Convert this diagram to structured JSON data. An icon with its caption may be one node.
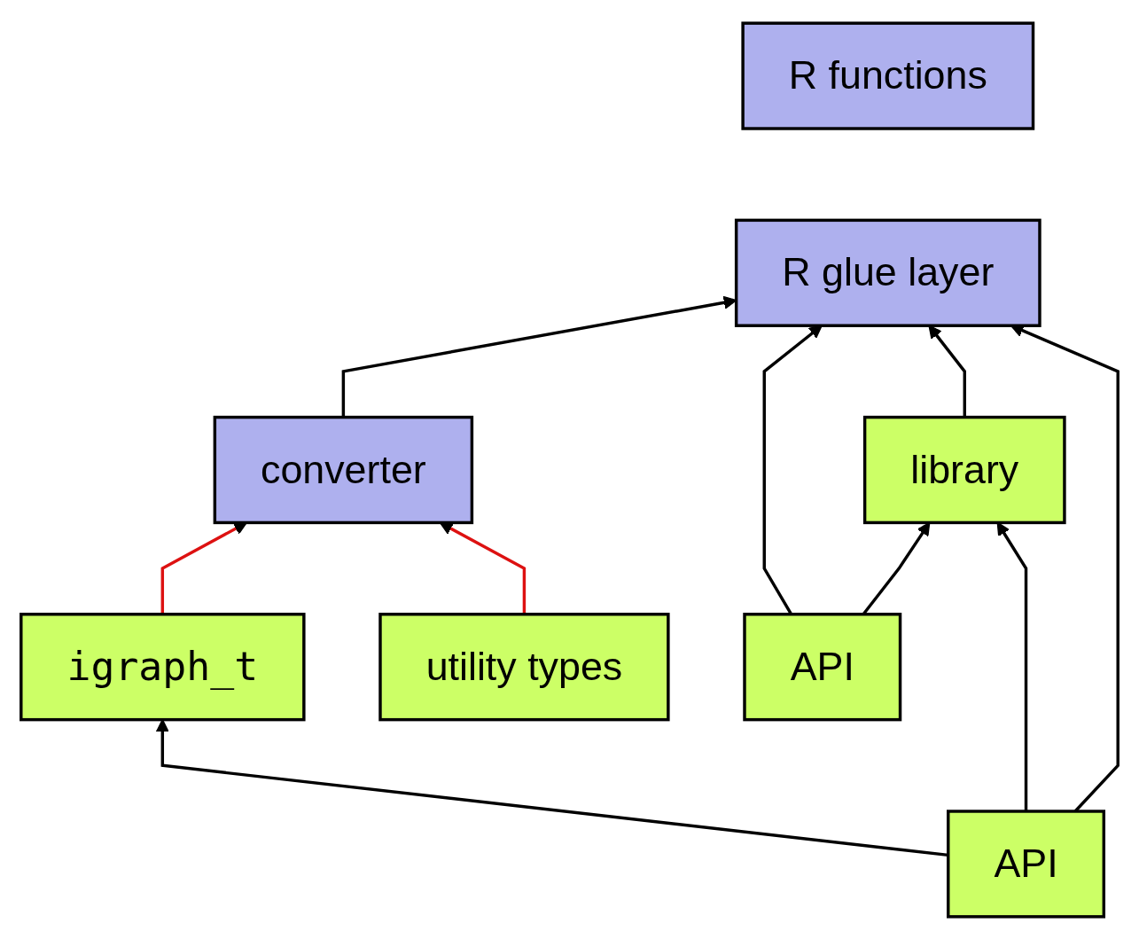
{
  "diagram": {
    "nodes": [
      {
        "text": [
          "R functions"
        ]
      },
      {
        "text": [
          "R glue layer"
        ]
      },
      {
        "text": [
          "converter"
        ]
      },
      {
        "text": [
          "library"
        ]
      },
      {
        "text": [
          "API"
        ]
      },
      {
        "text": [
          "igraph_t"
        ]
      },
      {
        "text": [
          "API"
        ]
      },
      {
        "text": [
          "utility types"
        ]
      }
    ],
    "edges": [
      {
        "from": 2,
        "to": 1,
        "arrow": "to"
      },
      {
        "from": 4,
        "to": 1,
        "arrow": "to"
      },
      {
        "from": 3,
        "to": 1,
        "arrow": "to"
      },
      {
        "from": 6,
        "to": 1,
        "arrow": "to"
      },
      {
        "from": 4,
        "to": 3,
        "arrow": "to"
      },
      {
        "from": 6,
        "to": 3,
        "arrow": "to"
      },
      {
        "from": 6,
        "to": 5,
        "arrow": "to"
      },
      {
        "from": 5,
        "to": 2,
        "arrow": "to",
        "color": "#dd1111"
      },
      {
        "from": 7,
        "to": 2,
        "arrow": "to",
        "color": "#dd1111"
      }
    ]
  }
}
